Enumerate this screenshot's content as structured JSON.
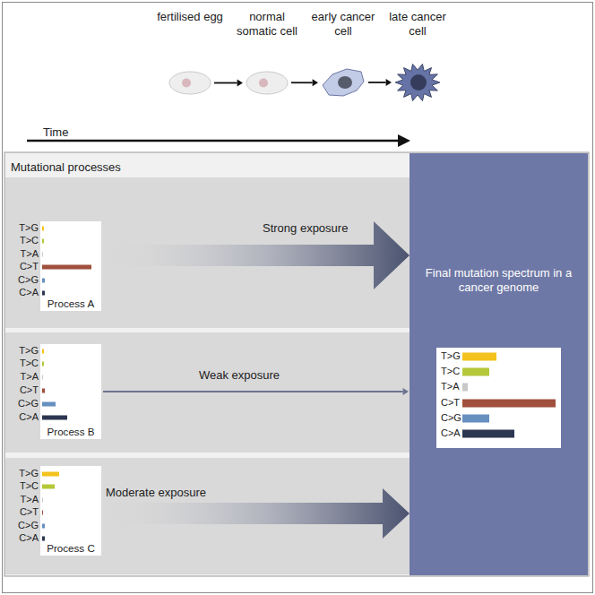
{
  "diagram": {
    "nodes": [
      {
        "text": [
          "fertilised egg"
        ]
      },
      {
        "text": [
          "normal somatic cell"
        ]
      },
      {
        "text": [
          "early cancer cell"
        ]
      },
      {
        "text": [
          "late cancer cell"
        ]
      },
      {
        "text": [
          "Process A"
        ]
      },
      {
        "text": [
          "Process B"
        ]
      },
      {
        "text": [
          "Process C"
        ]
      },
      {
        "text": [
          "Final mutation spectrum in a cancer genome"
        ]
      }
    ],
    "edges": [
      {
        "from": 0,
        "to": 1,
        "arrow": "to"
      },
      {
        "from": 1,
        "to": 2,
        "arrow": "to"
      },
      {
        "from": 2,
        "to": 3,
        "arrow": "to"
      },
      {
        "from": 4,
        "to": 7,
        "label": "Strong exposure",
        "arrow": "to"
      },
      {
        "from": 5,
        "to": 7,
        "label": "Weak exposure",
        "arrow": "to"
      },
      {
        "from": 6,
        "to": 7,
        "label": "Moderate exposure",
        "arrow": "to"
      }
    ],
    "labels": [
      "Time",
      "Mutational processes",
      "T>G",
      "T>C",
      "T>A",
      "C>T",
      "C>G",
      "C>A",
      "T>G",
      "T>C",
      "T>A",
      "C>T",
      "C>G",
      "C>A",
      "T>G",
      "T>C",
      "T>A",
      "C>T",
      "C>G",
      "C>A",
      "T>G",
      "T>C",
      "T>A",
      "C>T",
      "C>G",
      "C>A"
    ]
  }
}
